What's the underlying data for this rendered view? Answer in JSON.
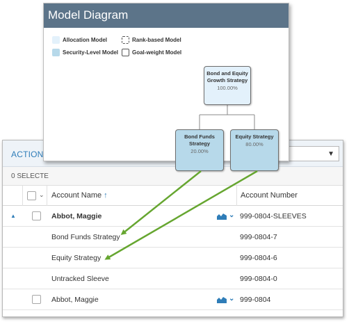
{
  "grid": {
    "actions_label": "ACTIONS",
    "selected_label": "0 SELECTE",
    "columns": {
      "name": "Account Name",
      "number": "Account Number"
    },
    "rows": [
      {
        "name": "Abbot, Maggie",
        "number": "999-0804-SLEEVES",
        "bold": true,
        "expand": true,
        "checkbox": true,
        "chart": true
      },
      {
        "name": "Bond Funds Strategy",
        "number": "999-0804-7",
        "bold": false,
        "expand": false,
        "checkbox": false,
        "chart": false
      },
      {
        "name": "Equity Strategy",
        "number": "999-0804-6",
        "bold": false,
        "expand": false,
        "checkbox": false,
        "chart": false
      },
      {
        "name": "Untracked Sleeve",
        "number": "999-0804-0",
        "bold": false,
        "expand": false,
        "checkbox": false,
        "chart": false
      },
      {
        "name": "Abbot, Maggie",
        "number": "999-0804",
        "bold": false,
        "expand": false,
        "checkbox": true,
        "chart": true
      }
    ]
  },
  "model_diagram": {
    "title": "Model Diagram",
    "legend": {
      "allocation": "Allocation Model",
      "rank": "Rank-based Model",
      "security": "Security-Level Model",
      "goal": "Goal-weight Model"
    },
    "nodes": {
      "root": {
        "name": "Bond and Equity Growth Strategy",
        "pct": "100.00%"
      },
      "bond": {
        "name": "Bond Funds Strategy",
        "pct": "20.00%"
      },
      "equity": {
        "name": "Equity Strategy",
        "pct": "80.00%"
      }
    }
  },
  "colors": {
    "title_bar": "#5c7489",
    "accent": "#2f7db8",
    "arrow": "#66a630",
    "allocation_fill": "#e3f1fb",
    "security_fill": "#b7d9ea"
  },
  "icons": [
    "sort-asc-icon",
    "chevron-down-icon",
    "expand-triangle-icon",
    "area-chart-icon"
  ]
}
